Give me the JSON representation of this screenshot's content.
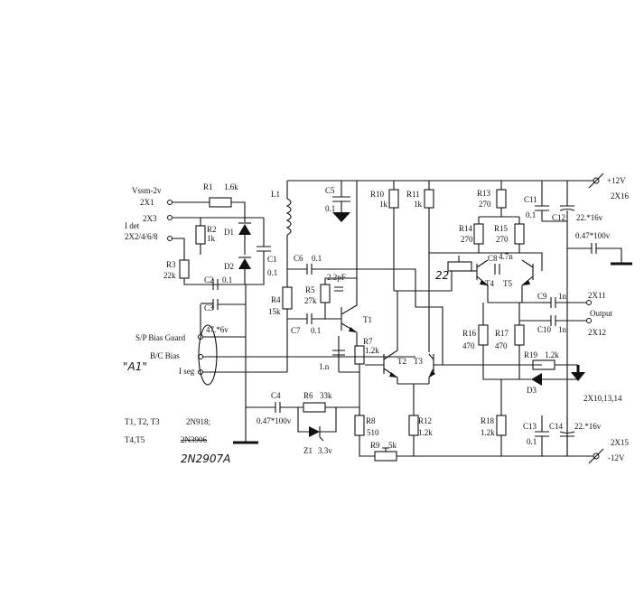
{
  "labels": {
    "vssm": "Vssm-2v",
    "x1": "2X1",
    "x3": "2X3",
    "idet": "I det",
    "x2468": "2X2/4/6/8",
    "sp_bias_guard": "S/P Bias Guard",
    "bc_bias": "B/C Bias",
    "iseg": "I seg",
    "hand_a1": "\"A1\"",
    "plus12": "+12V",
    "x16": "2X16",
    "minus12": "-12V",
    "x15": "2X15",
    "x11": "2X11",
    "output": "Output",
    "x12": "2X12",
    "x10": "2X10,13,14",
    "trans_line1": "T1, T2, T3",
    "trans_line1_part": "2N918;",
    "trans_line2": "T4,T5",
    "trans_line2_part": "2N3906",
    "hand_part": "2N2907A"
  },
  "components": {
    "R1": "R1",
    "R1_val": "1.6k",
    "R2": "R2",
    "R2_val": "1k",
    "R3": "R3",
    "R3_val": "22k",
    "D1": "D1",
    "D2": "D2",
    "D3": "D3",
    "C1": "C1",
    "C1_val": "0.1",
    "C2": "C2",
    "C2_val": "0.1",
    "C3": "C3",
    "C3_val": "47.*6v",
    "L1": "L1",
    "C5": "C5",
    "C5_val": "0.1",
    "C6": "C6",
    "C6_val": "0.1",
    "R4": "R4",
    "R4_val": "15k",
    "R5": "R5",
    "R5_val": "27k",
    "C_2p2": "2.2pF",
    "C7": "C7",
    "C7_val": "0.1",
    "R7": "R7",
    "R7_val": "1.2k",
    "C_1n": "1.n",
    "T1": "T1",
    "T2": "T2",
    "T3": "T3",
    "T4": "T4",
    "T5": "T5",
    "C4": "C4",
    "C4_val": "0.47*100v",
    "R6": "R6",
    "R6_val": "33k",
    "Z1": "Z1",
    "Z1_val": "3.3v",
    "R8": "R8",
    "R8_val": "510",
    "R9": "R9",
    "R9_val": "5k",
    "R10": "R10",
    "R10_val": "1k",
    "R11": "R11",
    "R11_val": "1k",
    "R12": "R12",
    "R12_val": "1.2k",
    "R13": "R13",
    "R13_val": "270",
    "R14": "R14",
    "R14_val": "270",
    "R15": "R15",
    "R15_val": "270",
    "R16": "R16",
    "R16_val": "470",
    "R17": "R17",
    "R17_val": "470",
    "R18": "R18",
    "R18_val": "1.2k",
    "R19": "R19",
    "R19_val": "1.2k",
    "C8": "C8",
    "C8_val": "4.7n",
    "C_22": "22",
    "C9": "C9",
    "C9_val": "1n",
    "C10": "C10",
    "C10_val": "1n",
    "C11": "C11",
    "C11_val": "0.1",
    "C12": "C12",
    "C12_val": "22.*16v",
    "C_047": "0.47*100v",
    "C13": "C13",
    "C13_val": "0.1",
    "C14": "C14",
    "C14_val": "22.*16v"
  }
}
